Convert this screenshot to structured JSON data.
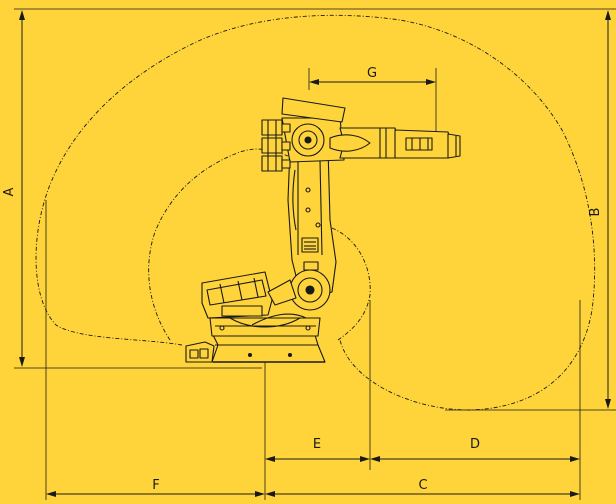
{
  "colors": {
    "background": "#ffd43b",
    "line": "#1a1a1a",
    "robot_fill": "#ffd43b",
    "detail": "#222222"
  },
  "dimensions": {
    "A": "A",
    "B": "B",
    "C": "C",
    "D": "D",
    "E": "E",
    "F": "F",
    "G": "G"
  }
}
